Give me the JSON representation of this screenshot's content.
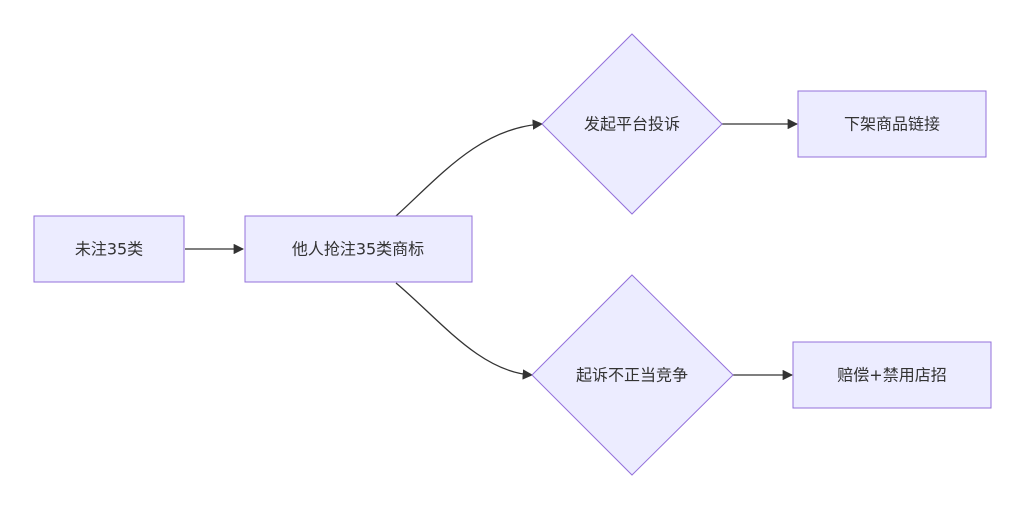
{
  "diagram": {
    "colors": {
      "node_fill": "#ECECFF",
      "node_stroke": "#9370DB",
      "edge": "#333333",
      "text": "#333333"
    },
    "nodes": {
      "unregistered": "未注35类",
      "squatted": "他人抢注35类商标",
      "complaint": "发起平台投诉",
      "takedown": "下架商品链接",
      "lawsuit": "起诉不正当竞争",
      "compensation": "赔偿+禁用店招"
    }
  }
}
